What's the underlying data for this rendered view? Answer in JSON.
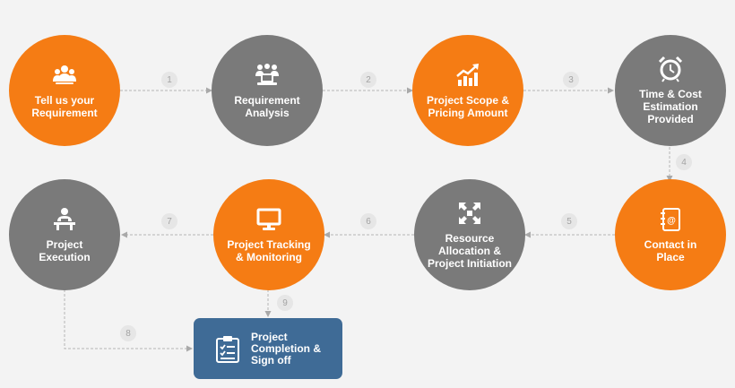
{
  "steps": [
    {
      "label": "Tell us your\nRequirement",
      "icon": "team-icon",
      "color": "#f57c14"
    },
    {
      "label": "Requirement\nAnalysis",
      "icon": "meeting-laptop-icon",
      "color": "#7a7a7a"
    },
    {
      "label": "Project Scope &\nPricing Amount",
      "icon": "growth-chart-icon",
      "color": "#f57c14"
    },
    {
      "label": "Time & Cost\nEstimation\nProvided",
      "icon": "alarm-clock-icon",
      "color": "#7a7a7a"
    },
    {
      "label": "Contact in\nPlace",
      "icon": "address-book-icon",
      "color": "#f57c14"
    },
    {
      "label": "Resource\nAllocation &\nProject Initiation",
      "icon": "arrows-expand-icon",
      "color": "#7a7a7a"
    },
    {
      "label": "Project Tracking\n& Monitoring",
      "icon": "monitor-icon",
      "color": "#f57c14"
    },
    {
      "label": "Project\nExecution",
      "icon": "person-desk-icon",
      "color": "#7a7a7a"
    }
  ],
  "final": {
    "label": "Project\nCompletion &\nSign off",
    "icon": "clipboard-checklist-icon",
    "color": "#3f6b96"
  },
  "badges": [
    "1",
    "2",
    "3",
    "4",
    "5",
    "6",
    "7",
    "8",
    "9"
  ]
}
